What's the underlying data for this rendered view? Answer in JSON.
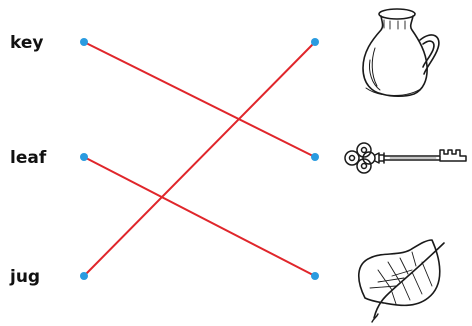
{
  "words": [
    {
      "label": "key"
    },
    {
      "label": "leaf"
    },
    {
      "label": "jug"
    }
  ],
  "pictures": [
    {
      "icon": "jug-icon"
    },
    {
      "icon": "key-icon"
    },
    {
      "icon": "leaf-icon"
    }
  ],
  "matches": [
    {
      "word": 0,
      "picture": 1
    },
    {
      "word": 1,
      "picture": 2
    },
    {
      "word": 2,
      "picture": 0
    }
  ],
  "colors": {
    "line": "#e0262b",
    "dot": "#2a9be0",
    "text": "#111111",
    "drawing": "#1a1a1a"
  }
}
